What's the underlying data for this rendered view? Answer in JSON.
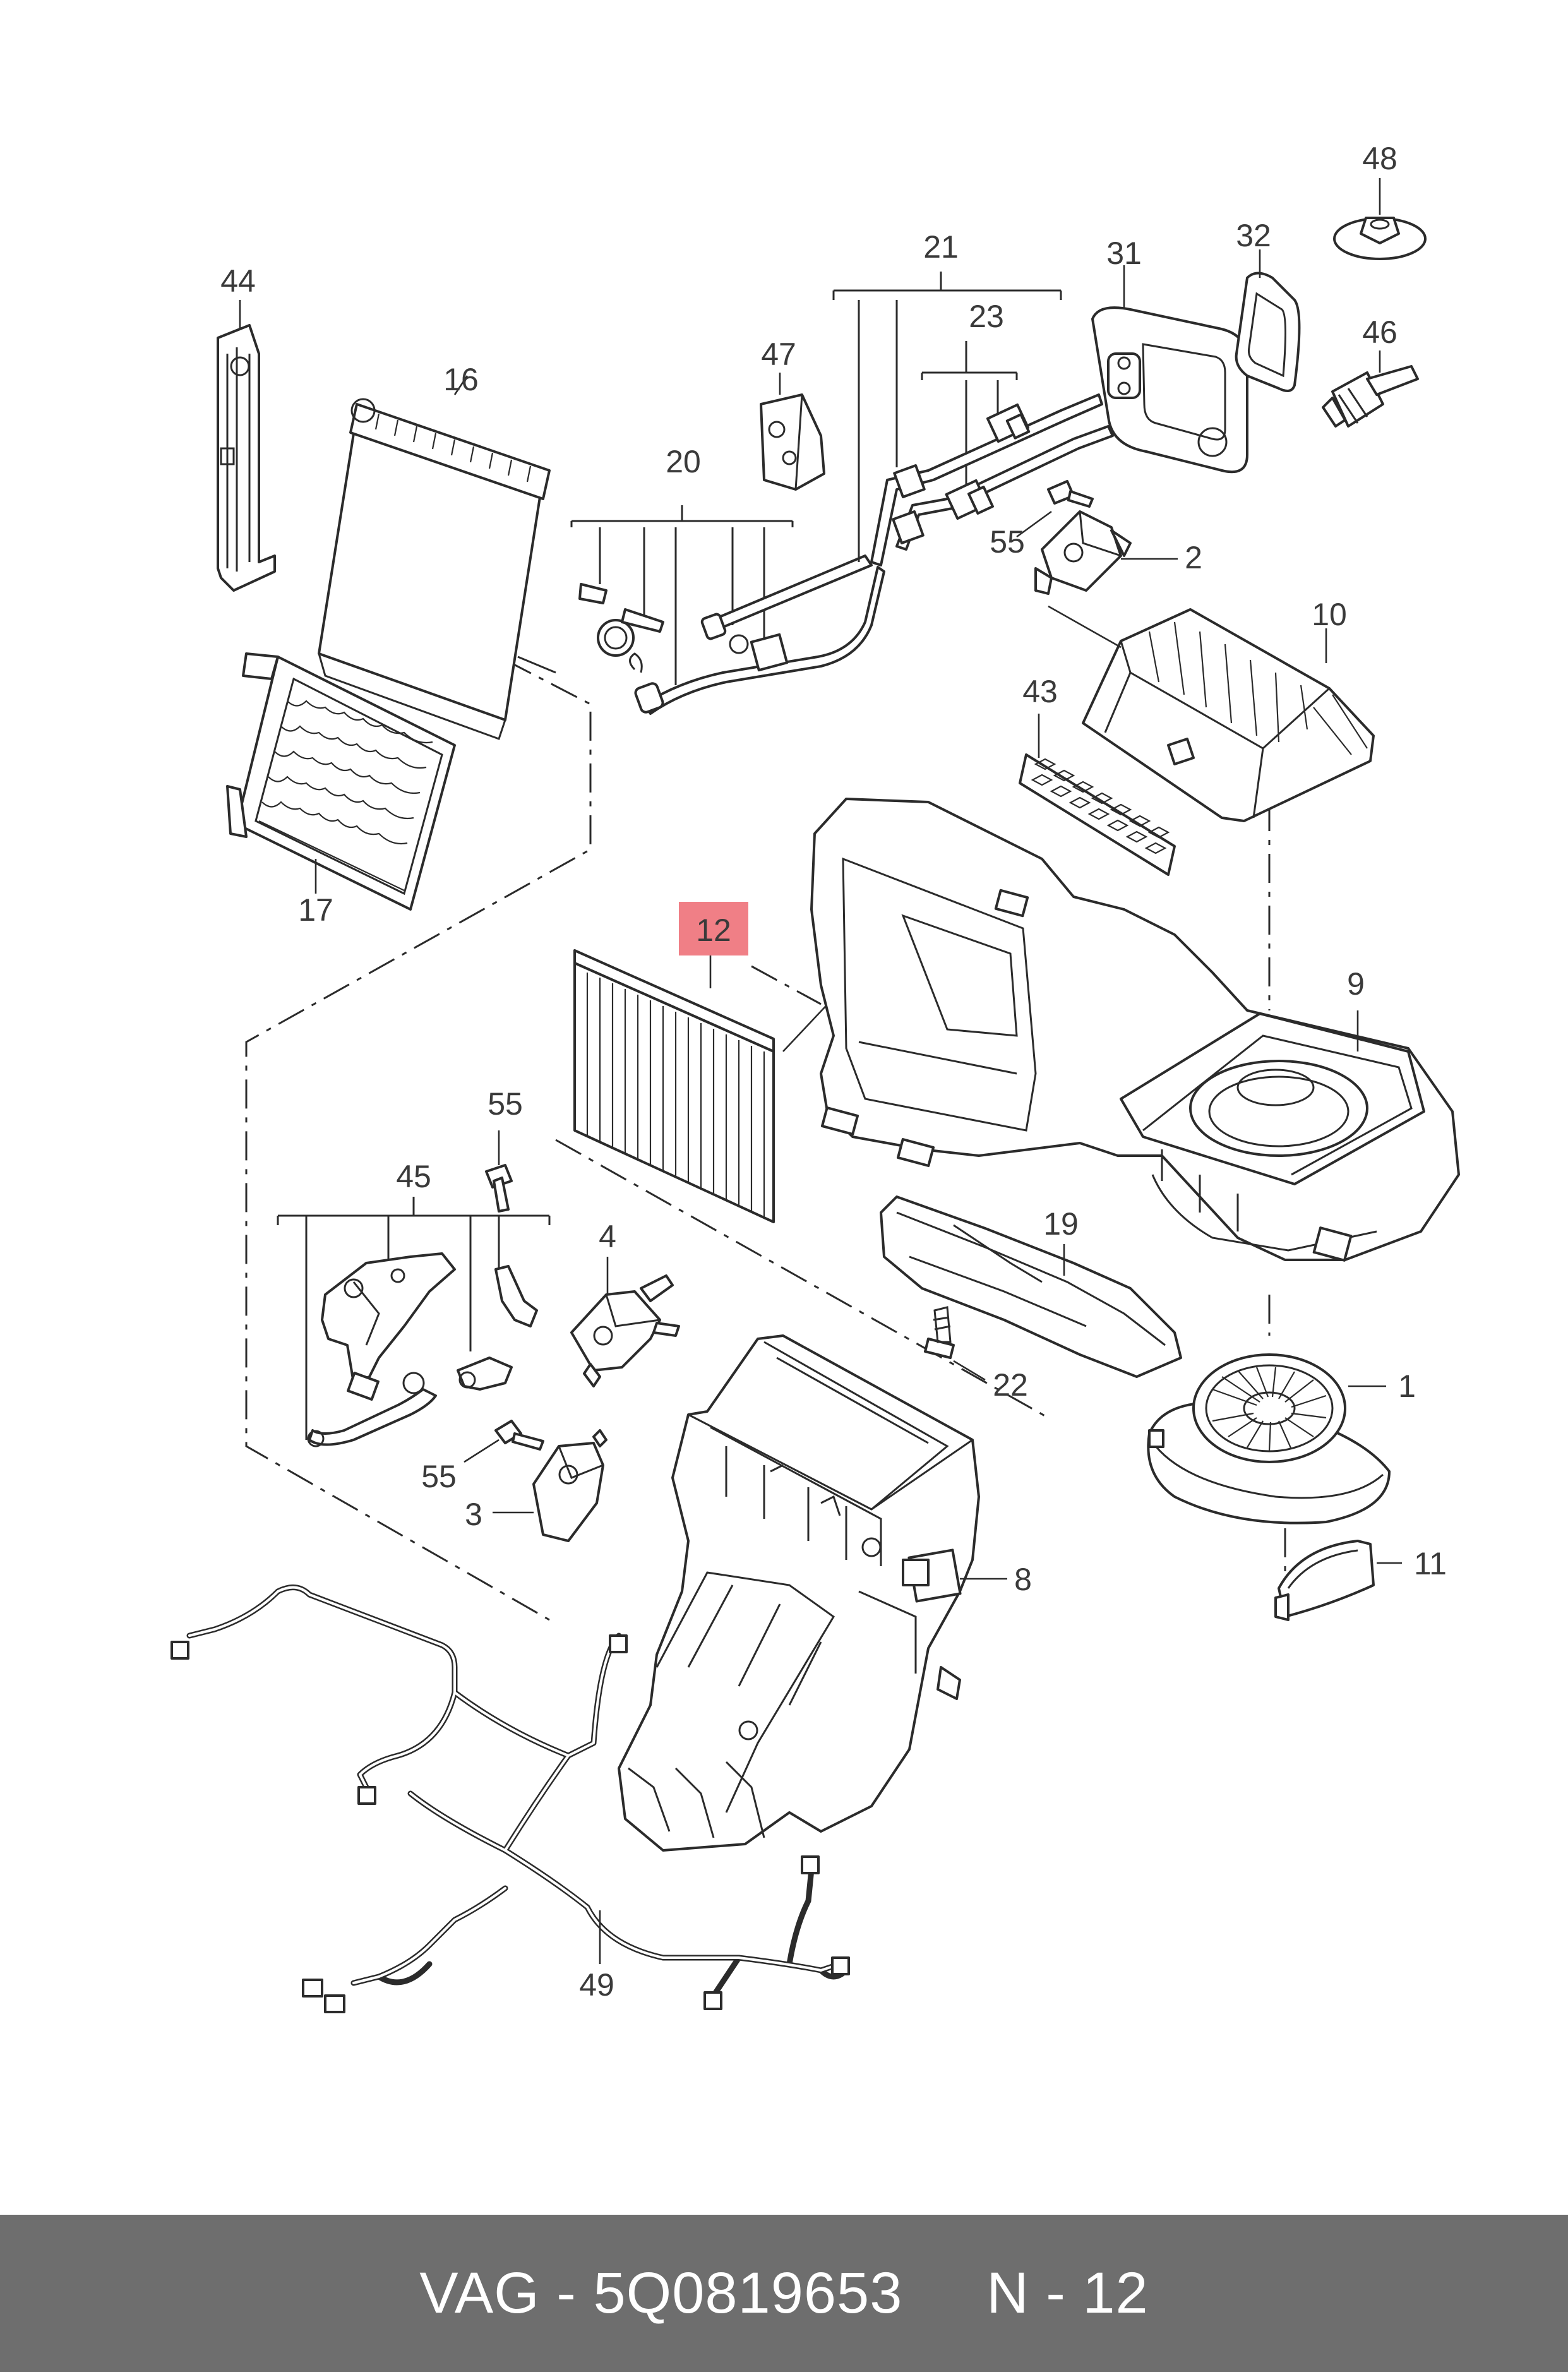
{
  "callouts": {
    "c44": "44",
    "c16": "16",
    "c17": "17",
    "c20": "20",
    "c21": "21",
    "c23": "23",
    "c47": "47",
    "c31": "31",
    "c32": "32",
    "c48": "48",
    "c46": "46",
    "c55a": "55",
    "c2": "2",
    "c10": "10",
    "c43": "43",
    "c12": "12",
    "c9": "9",
    "c55b": "55",
    "c45": "45",
    "c4": "4",
    "c19": "19",
    "c22": "22",
    "c1": "1",
    "c55c": "55",
    "c3": "3",
    "c8": "8",
    "c11": "11",
    "c49": "49"
  },
  "highlight_color": "#f07f86",
  "footer": {
    "part_number_text": "VAG - 5Q0819653     N - 12"
  }
}
